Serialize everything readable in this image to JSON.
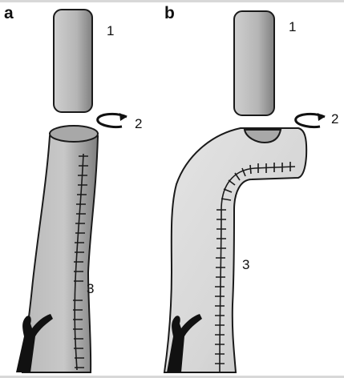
{
  "panels": [
    {
      "letter": "a",
      "labels": {
        "graft": "1",
        "arrow": "2",
        "vessel": "3"
      }
    },
    {
      "letter": "b",
      "labels": {
        "graft": "1",
        "arrow": "2",
        "vessel": "3"
      }
    }
  ],
  "colors": {
    "tube_light": "#e6e6e6",
    "tube_dark": "#8c8c8c",
    "outline": "#1a1a1a",
    "sutures": "#1a1a1a",
    "background": "#ffffff"
  }
}
